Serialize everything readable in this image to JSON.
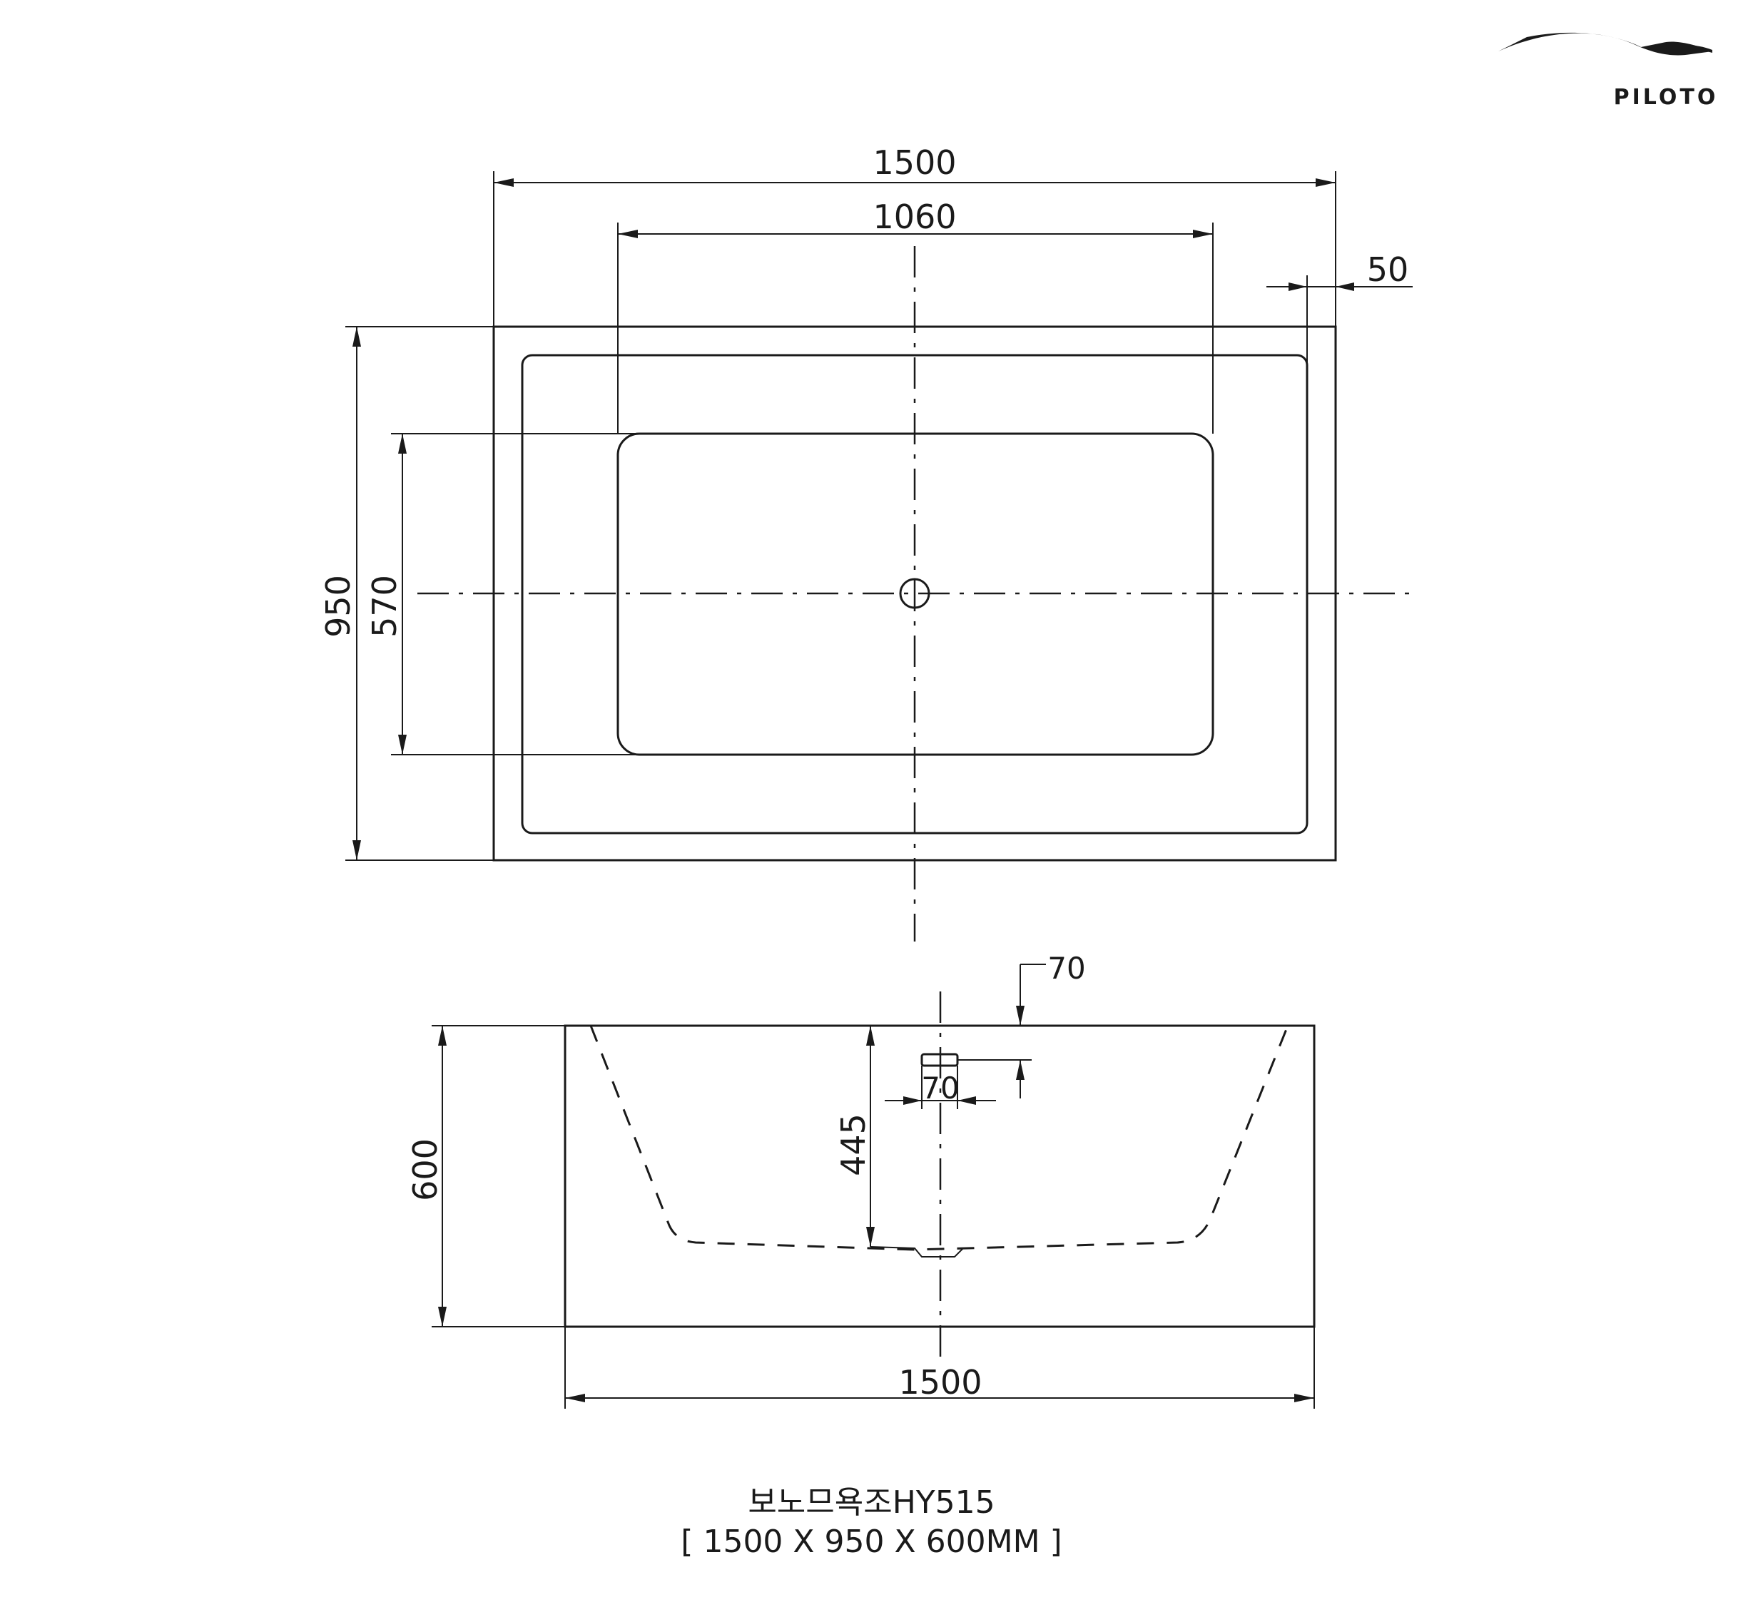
{
  "brand": {
    "name": "PILOTO",
    "logo_icon": "piloto-wave-logo-icon"
  },
  "top_view": {
    "width_overall": "1500",
    "width_inner": "1060",
    "rim": "50",
    "depth_overall": "950",
    "depth_inner": "570"
  },
  "side_view": {
    "overflow_offset": "70",
    "overflow_width": "70",
    "overflow_height": "445",
    "height": "600",
    "length": "1500"
  },
  "caption": {
    "model": "보노므욕조HY515",
    "dimensions": "[ 1500 X 950 X 600MM ]"
  }
}
